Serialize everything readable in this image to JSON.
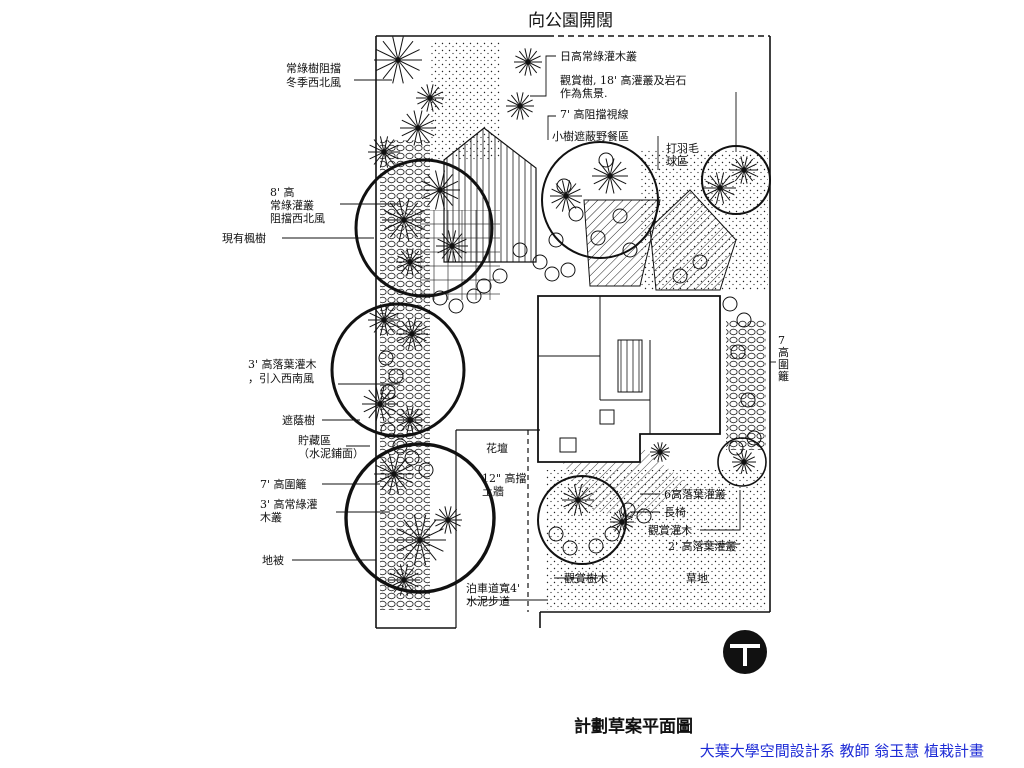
{
  "top_label": "向公園開闊",
  "annotations": {
    "evergreen_windbreak": [
      "常綠樹阻擋",
      "冬季西北風"
    ],
    "shrub_8ft": [
      "8' 高",
      "常綠灌叢",
      "阻擋西北風"
    ],
    "existing_maple": [
      "現有楓樹"
    ],
    "deciduous_3ft": [
      "3' 高落葉灌木",
      "，引入西南風"
    ],
    "shade_tree": [
      "遮蔭樹"
    ],
    "storage": [
      "貯藏區",
      "（水泥鋪面）"
    ],
    "fence_7ft_left": [
      "7' 高圍籬"
    ],
    "evergreen_3ft": [
      "3' 高常綠灌",
      "木叢"
    ],
    "groundcover": [
      "地被"
    ],
    "sun_evergreen": [
      "日高常綠灌木叢"
    ],
    "ornamental_tree": [
      "觀賞樹, 18' 高灌叢及岩石",
      "作為焦景."
    ],
    "screen_7ft": [
      "7' 高阻擋視線"
    ],
    "small_tree_picnic": [
      "小樹遮蔽野餐區"
    ],
    "badminton": [
      "打羽毛",
      "球區"
    ],
    "fence_7ft_right": [
      "7",
      "高",
      "圍",
      "籬"
    ],
    "flower_bed": [
      "花壇"
    ],
    "retaining_wall": [
      "12\" 高擋",
      "土牆"
    ],
    "deciduous_6": [
      "6高落葉灌叢"
    ],
    "bench": [
      "長椅"
    ],
    "ornamental_shrub": [
      "觀賞灌木"
    ],
    "deciduous_2ft": [
      "2' 高落葉灌叢"
    ],
    "driveway": [
      "泊車道寬4'",
      "水泥步道"
    ],
    "ornamental_trees_bottom": [
      "觀賞樹木"
    ],
    "lawn": [
      "草地"
    ]
  },
  "caption": "計劃草案平面圖",
  "footer": "大葉大學空間設計系 教師 翁玉慧 植栽計畫",
  "colors": {
    "ink": "#111111",
    "footer": "#1d2bd6",
    "paper": "#ffffff"
  }
}
